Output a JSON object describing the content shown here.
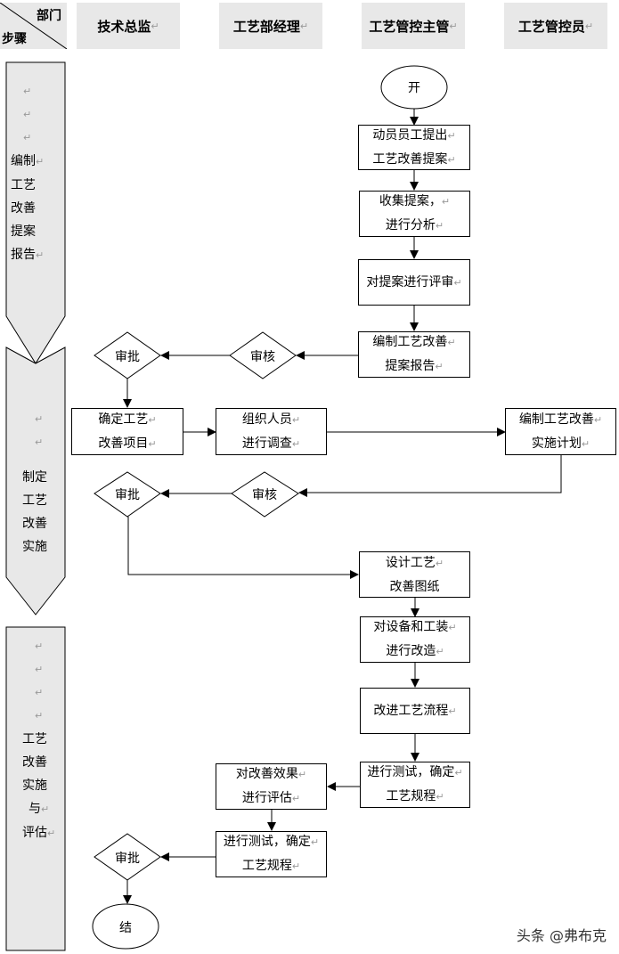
{
  "header": {
    "corner_top": "部门",
    "corner_bottom": "步骤",
    "columns": [
      "技术总监",
      "工艺部经理",
      "工艺管控主管",
      "工艺管控员"
    ]
  },
  "phases": [
    {
      "lines": [
        "编制",
        "工艺",
        "改善",
        "提案",
        "报告"
      ],
      "blank_marks": 3
    },
    {
      "lines": [
        "制定",
        "工艺",
        "改善",
        "实施"
      ],
      "blank_marks": 2
    },
    {
      "lines": [
        "工艺",
        "改善",
        "实施",
        "与",
        "评估"
      ],
      "blank_marks": 4
    }
  ],
  "nodes": {
    "start": "开",
    "mobilize": [
      "动员员工提出",
      "工艺改善提案"
    ],
    "collect": [
      "收集提案，",
      "进行分析"
    ],
    "evaluate_proposal": [
      "对提案进行评审"
    ],
    "compile_report": [
      "编制工艺改善",
      "提案报告"
    ],
    "review1": "审核",
    "approve1": "审批",
    "confirm_project": [
      "确定工艺",
      "改善项目"
    ],
    "organize": [
      "组织人员",
      "进行调查"
    ],
    "plan": [
      "编制工艺改善",
      "实施计划"
    ],
    "review2": "审核",
    "approve2": "审批",
    "design": [
      "设计工艺",
      "改善图纸"
    ],
    "modify_equipment": [
      "对设备和工装",
      "进行改造"
    ],
    "improve_flow": [
      "改进工艺流程"
    ],
    "test1": [
      "进行测试，确定",
      "工艺规程"
    ],
    "assess_effect": [
      "对改善效果",
      "进行评估"
    ],
    "test2": [
      "进行测试，确定",
      "工艺规程"
    ],
    "approve3": "审批",
    "end": "结"
  },
  "watermark": "头条 @弗布克"
}
